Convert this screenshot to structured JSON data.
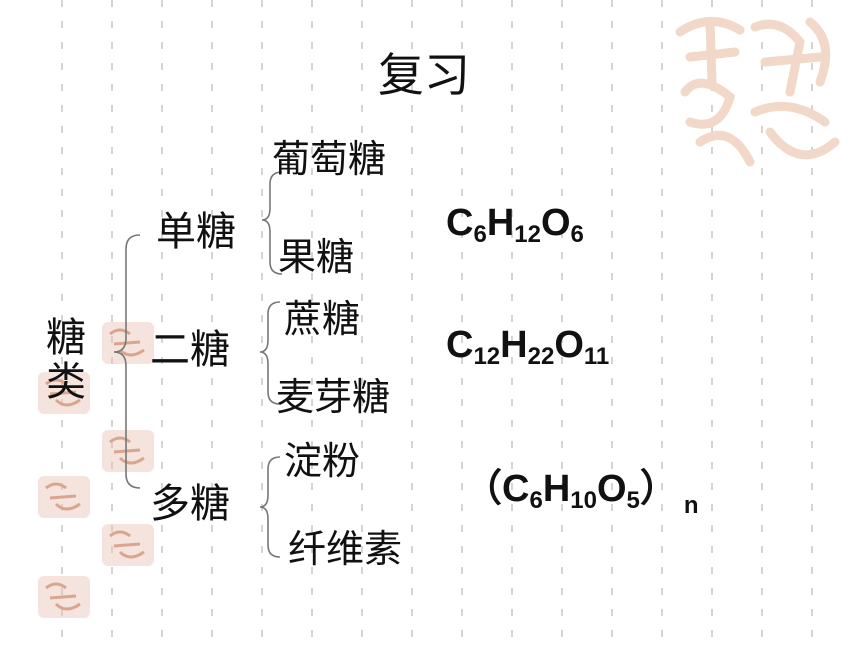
{
  "slide": {
    "title": "复习",
    "root": {
      "chars": [
        "糖",
        "类"
      ]
    },
    "categories": [
      {
        "label": "单糖",
        "items": [
          "葡萄糖",
          "果糖"
        ]
      },
      {
        "label": "二糖",
        "items": [
          "蔗糖",
          "麦芽糖"
        ]
      },
      {
        "label": "多糖",
        "items": [
          "淀粉",
          "纤维素"
        ]
      }
    ],
    "formulas": [
      {
        "parts": [
          "C",
          "6",
          "H",
          "12",
          "O",
          "6"
        ]
      },
      {
        "parts": [
          "C",
          "12",
          "H",
          "22",
          "O",
          "11"
        ]
      },
      {
        "open": "（",
        "parts": [
          "C",
          "6",
          "H",
          "10",
          "O",
          "5"
        ],
        "close": "）",
        "suffix": "n"
      }
    ]
  },
  "colors": {
    "text": "#111111",
    "brace": "#777777",
    "grid": "#d9d2cf",
    "watermark": "#f2d8c8",
    "seal": "#e9c3b3"
  },
  "decorations": [
    "auspicious-seal-watermark"
  ]
}
